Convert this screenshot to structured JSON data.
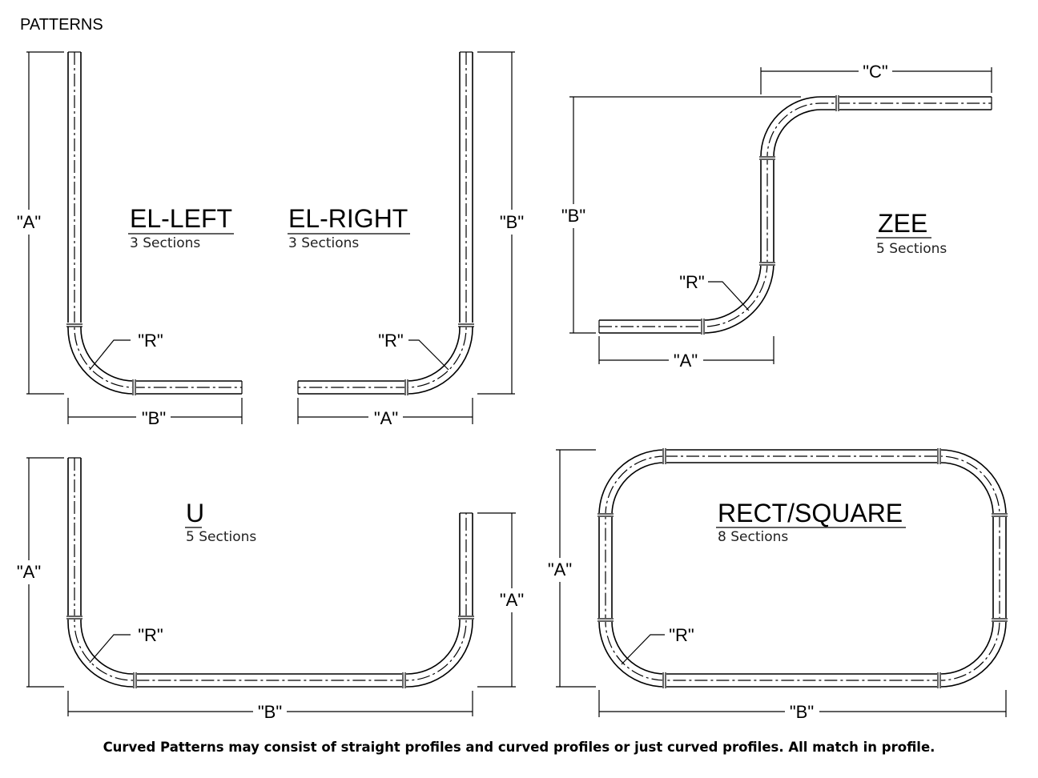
{
  "header": "PATTERNS",
  "footer": "Curved Patterns may consist of straight profiles and curved profiles or just curved profiles. All match in profile.",
  "patterns": {
    "el_left": {
      "name": "EL-LEFT",
      "sections": "3 Sections",
      "dim_a": "\"A\"",
      "dim_b": "\"B\"",
      "dim_r": "\"R\""
    },
    "el_right": {
      "name": "EL-RIGHT",
      "sections": "3 Sections",
      "dim_a": "\"A\"",
      "dim_b": "\"B\"",
      "dim_r": "\"R\""
    },
    "zee": {
      "name": "ZEE",
      "sections": "5 Sections",
      "dim_a": "\"A\"",
      "dim_b": "\"B\"",
      "dim_c": "\"C\"",
      "dim_r": "\"R\""
    },
    "u": {
      "name": "U",
      "sections": "5 Sections",
      "dim_a": "\"A\"",
      "dim_a2": "\"A\"",
      "dim_b": "\"B\"",
      "dim_r": "\"R\""
    },
    "rect": {
      "name": "RECT/SQUARE",
      "sections": "8 Sections",
      "dim_a": "\"A\"",
      "dim_b": "\"B\"",
      "dim_r": "\"R\""
    }
  }
}
